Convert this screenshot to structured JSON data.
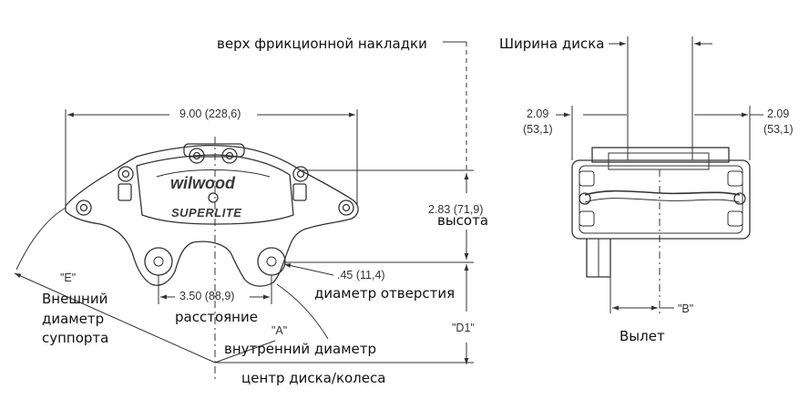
{
  "labels": {
    "pad_top": "верх фрикционной накладки",
    "disc_width": "Ширина диска",
    "height": "высота",
    "outer_diameter_1": "Внешний",
    "outer_diameter_2": "диаметр",
    "outer_diameter_3": "суппорта",
    "spacing": "расстояние",
    "hole_diameter": "диаметр отверстия",
    "inner_diameter": "внутренний диаметр",
    "offset": "Вылет",
    "disc_center": "центр диска/колеса"
  },
  "dimensions": {
    "width": "9.00 (228,6)",
    "height": "2.83 (71,9)",
    "hole_spacing": "3.50 (88,9)",
    "hole_size": ".45 (11,4)",
    "side_left_in": "2.09",
    "side_left_mm": "(53,1)",
    "side_right_in": "2.09",
    "side_right_mm": "(53,1)",
    "ref_e": "\"E\"",
    "ref_a": "\"A\"",
    "ref_d1": "\"D1\"",
    "ref_b": "\"B\""
  },
  "brand": {
    "logo": "wilwood",
    "model": "SUPERLITE"
  }
}
